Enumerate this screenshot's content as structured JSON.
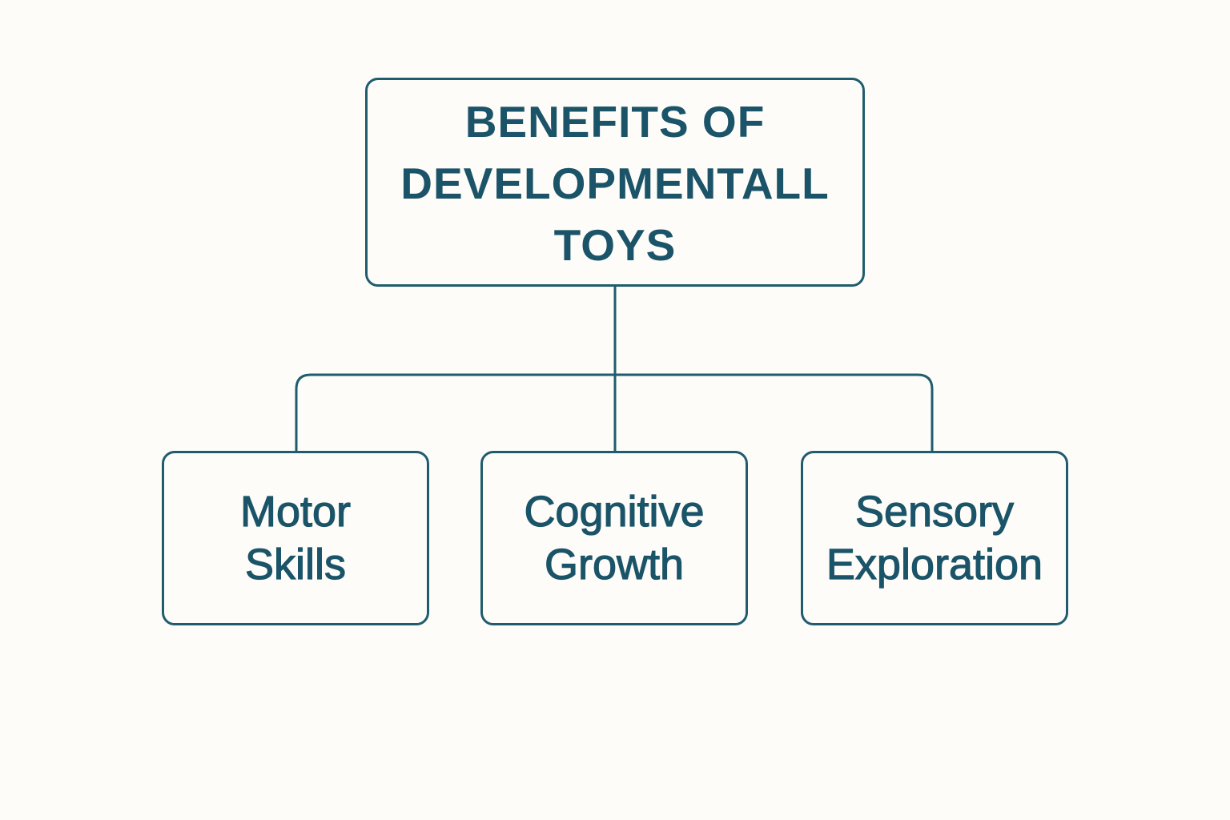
{
  "diagram": {
    "root": {
      "lines": [
        "BENEFITS OF",
        "DEVELOPMENTALL",
        "TOYS"
      ]
    },
    "children": [
      {
        "lines": [
          "Motor",
          "Skills"
        ]
      },
      {
        "lines": [
          "Cognitive",
          "Growth"
        ]
      },
      {
        "lines": [
          "Sensory",
          "Exploration"
        ]
      }
    ]
  },
  "colors": {
    "stroke": "#1f5c6e",
    "text": "#1b5468",
    "background": "#fdfcf8"
  }
}
